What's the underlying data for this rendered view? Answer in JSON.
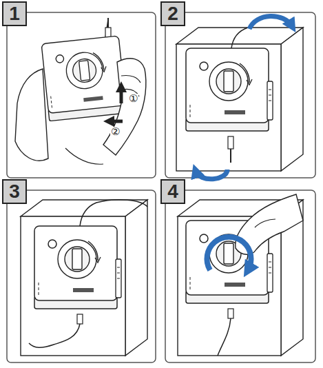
{
  "diagram": {
    "nodes": [
      {
        "text": [
          "1"
        ]
      },
      {
        "text": [
          "2"
        ]
      },
      {
        "text": [
          "3"
        ]
      },
      {
        "text": [
          "4"
        ]
      }
    ],
    "labels": [
      "①",
      "②"
    ]
  }
}
